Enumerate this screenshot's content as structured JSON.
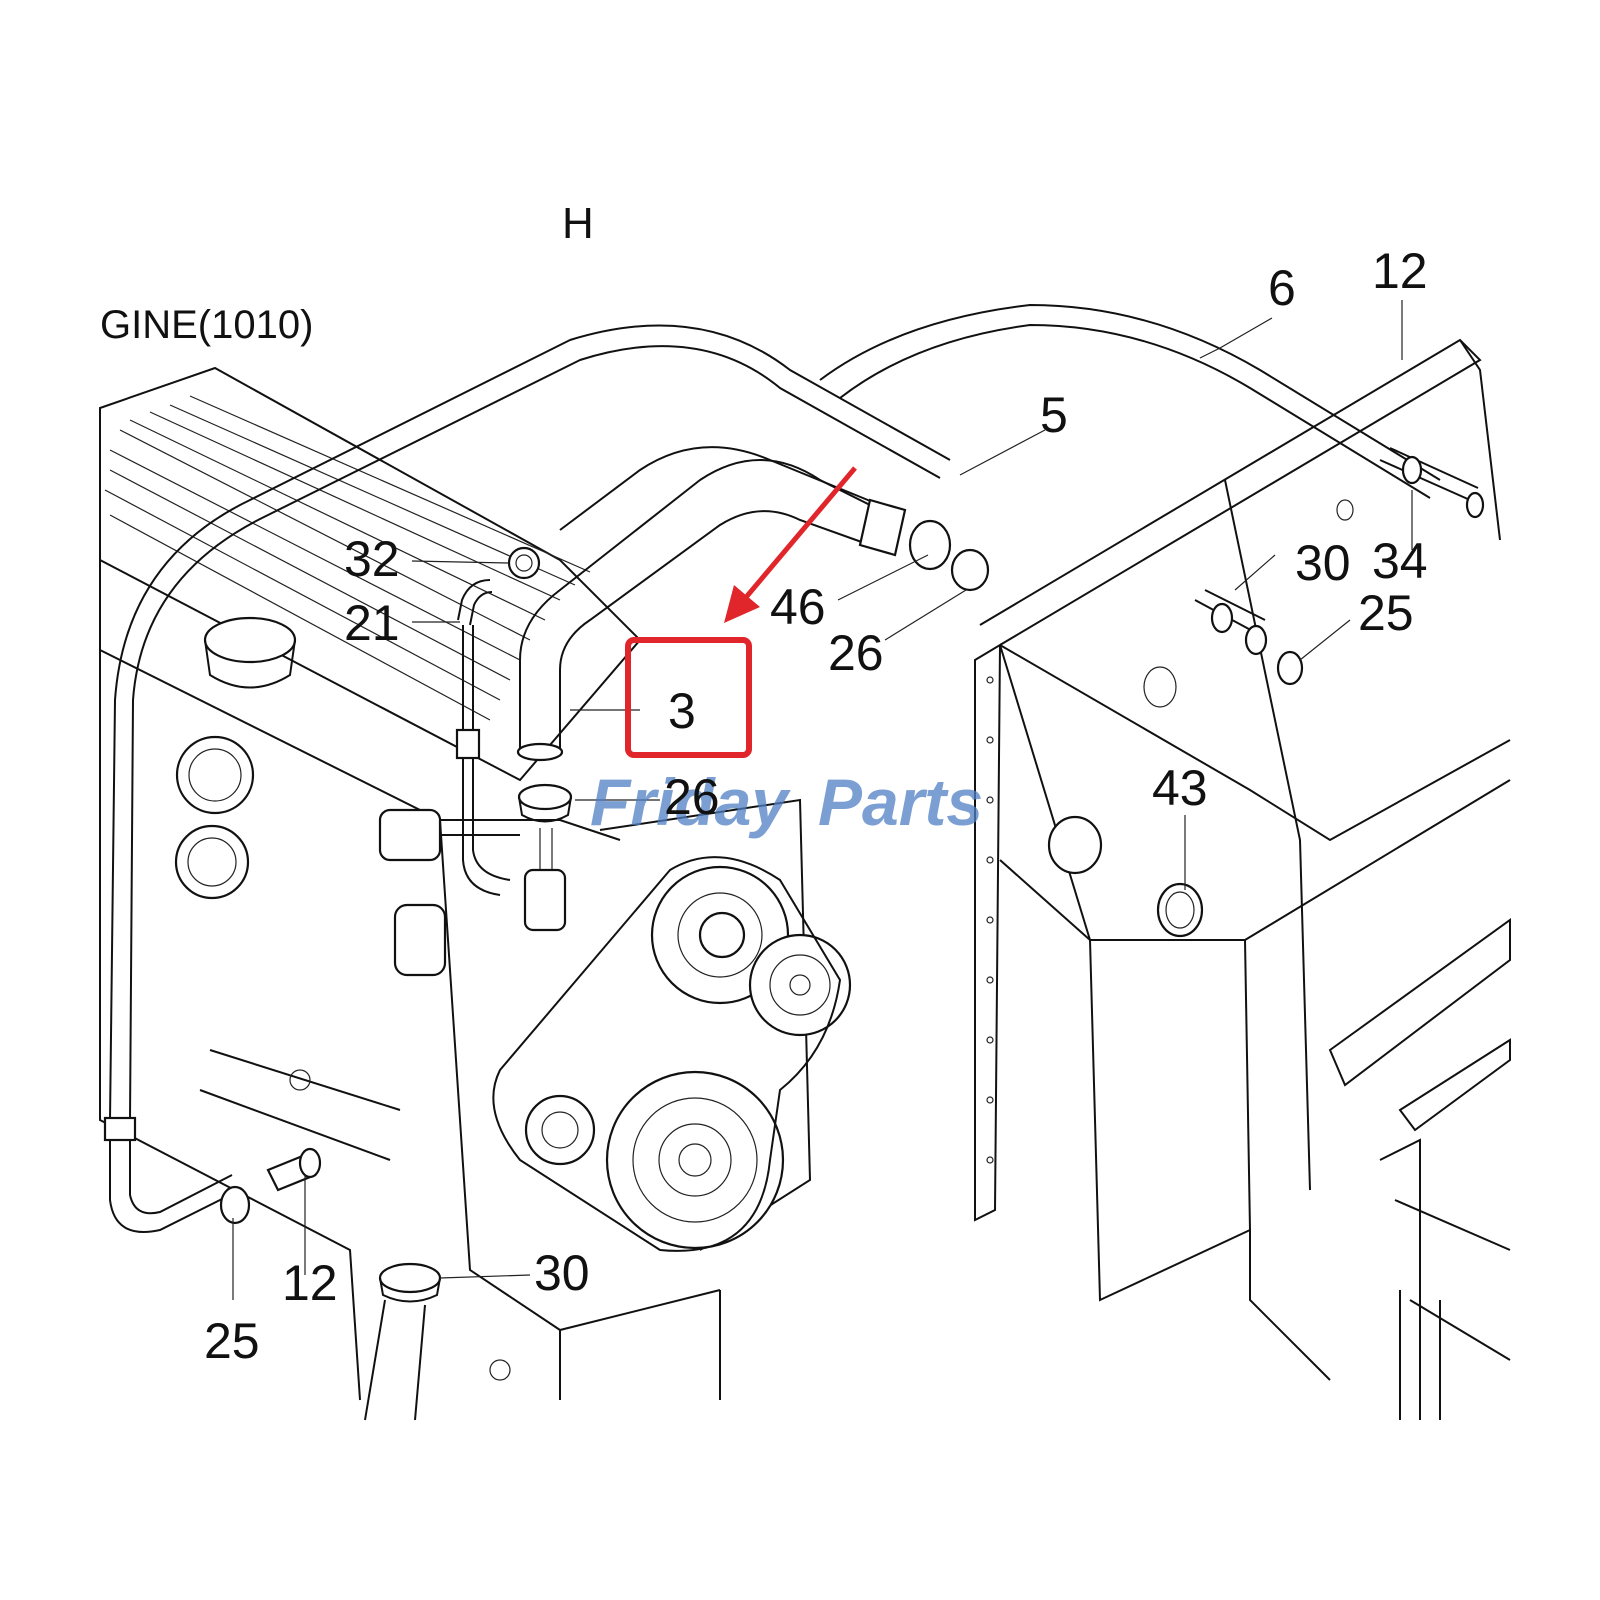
{
  "diagram": {
    "section_label": "H",
    "heading": "GINE(1010)",
    "callouts": {
      "c6": "6",
      "c12_top": "12",
      "c5": "5",
      "c32": "32",
      "c21": "21",
      "c46": "46",
      "c26_mid": "26",
      "c30_right": "30",
      "c34": "34",
      "c25_right": "25",
      "c3": "3",
      "c26_low": "26",
      "c43": "43",
      "c12_bottom": "12",
      "c25_bottom": "25",
      "c30_bottom": "30"
    },
    "highlight_color": "#e0262b",
    "arrow_color": "#e0262b",
    "watermark": {
      "text_friday": "Friday",
      "text_parts": "Parts",
      "color": "#4f7fc4"
    }
  }
}
